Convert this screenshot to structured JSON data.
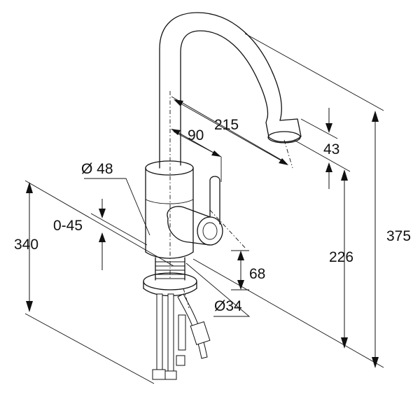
{
  "dimensions": {
    "spout_reach": "215",
    "handle_offset": "90",
    "body_diameter": "Ø 48",
    "deck_thickness": "0-45",
    "base_height": "340",
    "spout_tip": "43",
    "spout_height": "226",
    "total_height": "375",
    "lever_height": "68",
    "hole_diameter": "Ø34"
  },
  "colors": {
    "line": "#111111",
    "background": "#ffffff"
  }
}
